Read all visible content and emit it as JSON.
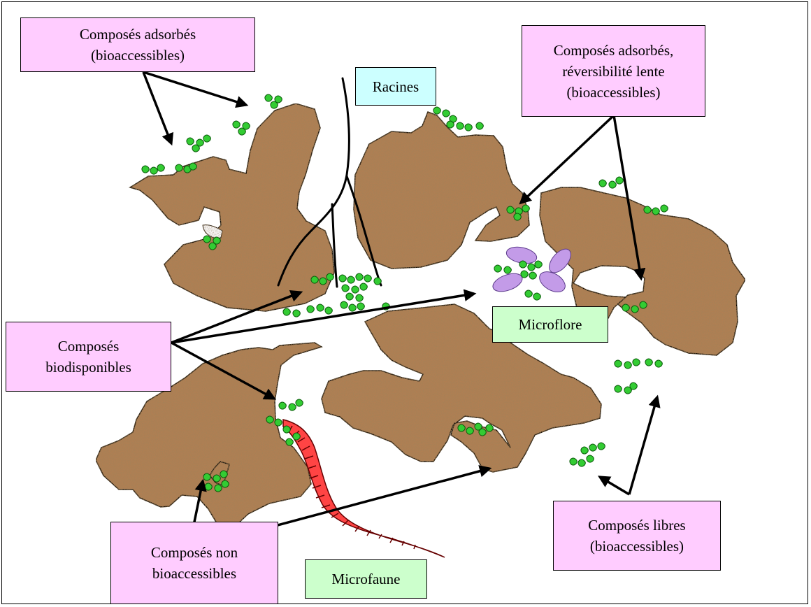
{
  "labels": {
    "adsorbed": "Composés adsorbés\n(bioaccessibles)",
    "roots": "Racines",
    "adsorbed_slow": "Composés adsorbés,\nréversibilité lente\n(bioaccessibles)",
    "bioavailable": "Composés\nbiodisponibles",
    "microflora": "Microflore",
    "free": "Composés libres\n(bioaccessibles)",
    "non_bioaccessible": "Composés non\nbioaccessibles",
    "microfauna": "Microfaune"
  },
  "colors": {
    "label_pink": "#ffccff",
    "label_cyan": "#ccffff",
    "label_green": "#ccffcc",
    "soil": "#b07f52",
    "compound": "#33cc33",
    "microbe": "#c39be8",
    "worm": "#ff4444"
  },
  "icons": {
    "soil": "soil-aggregate",
    "compound": "compound-droplet",
    "microbe": "microorganism-ellipse",
    "worm": "earthworm",
    "roots": "root-lines",
    "arrows": "arrow"
  }
}
